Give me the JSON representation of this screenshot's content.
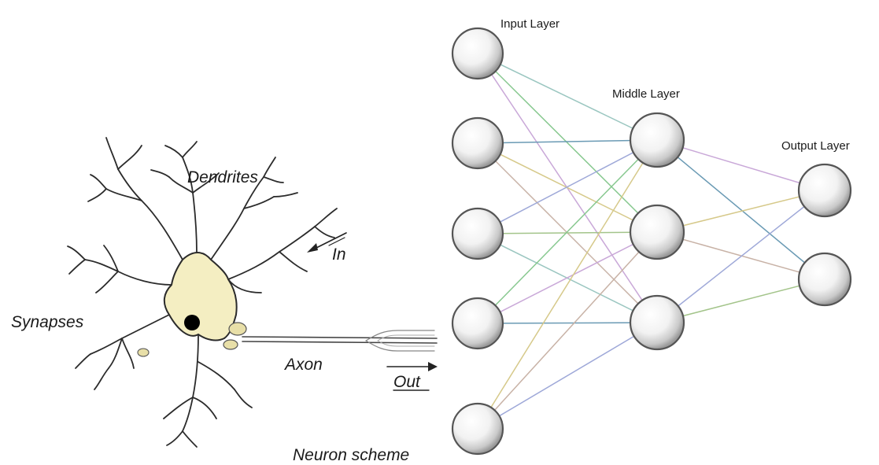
{
  "neuron": {
    "label_dendrites": "Dendrites",
    "label_in": "In",
    "label_synapses": "Synapses",
    "label_axon": "Axon",
    "label_out": "Out",
    "label_scheme": "Neuron scheme",
    "soma_color": "#f4eec2",
    "nucleus_color": "#000000"
  },
  "network": {
    "input_label": "Input Layer",
    "middle_label": "Middle Layer",
    "output_label": "Output Layer",
    "node_counts": {
      "input": 5,
      "middle": 3,
      "output": 2
    },
    "connection_colors": [
      "#9ac6c0",
      "#87c88f",
      "#c9a8d8",
      "#6a9ab4",
      "#d6c98a",
      "#c8b2a6",
      "#9ea8d8",
      "#a3c48a"
    ]
  }
}
